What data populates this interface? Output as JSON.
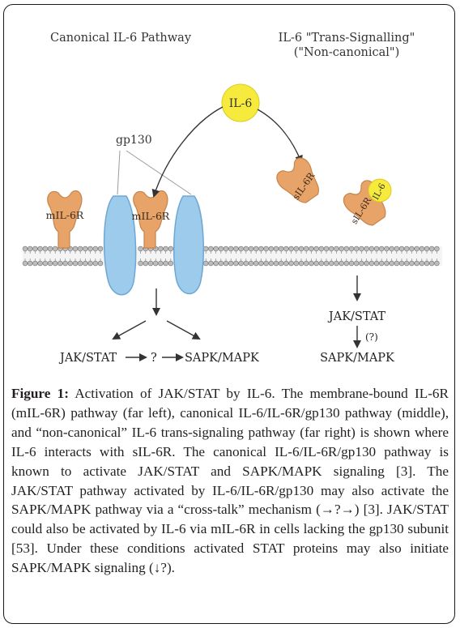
{
  "diagram": {
    "left_title": "Canonical IL-6 Pathway",
    "right_title_line1": "IL-6 \"Trans-Signalling\"",
    "right_title_line2": "(\"Non-canonical\")",
    "il6_label": "IL-6",
    "gp130_label": "gp130",
    "mil6r_left_label": "mIL-6R",
    "mil6r_mid_label": "mIL-6R",
    "sil6r_label": "sIL-6R",
    "sil6r_bound_label": "sIL-6R",
    "il6_bound_label": "IL-6",
    "left_output_jakstat": "JAK/STAT",
    "left_output_q": "?",
    "left_output_sapk": "SAPK/MAPK",
    "right_output_jakstat": "JAK/STAT",
    "right_output_q": "(?)",
    "right_output_sapk": "SAPK/MAPK",
    "colors": {
      "receptor": "#e8a468",
      "receptor_stroke": "#c7844a",
      "gp130": "#9ccbec",
      "gp130_stroke": "#6ea7d3",
      "il6": "#f6eb3c",
      "membrane_bead": "#9a9a9a"
    }
  },
  "caption": {
    "label": "Figure 1:",
    "text": " Activation of JAK/STAT by IL-6. The membrane-bound IL-6R (mIL-6R) pathway (far left), canonical IL-6/IL-6R/gp130 pathway (middle), and “non-canonical” IL-6 trans-signaling pathway (far right) is shown where IL-6 interacts with sIL-6R. The canonical IL-6/IL-6R/gp130 pathway is known to activate JAK/STAT and SAPK/MAPK signaling [3]. The JAK/STAT pathway activated by IL-6/IL-6R/gp130 may also activate the SAPK/MAPK pathway via a “cross-talk” mechanism (→?→) [3]. JAK/STAT could also be activated by IL-6 via mIL-6R in cells lacking the gp130 subunit [53]. Under these conditions activated STAT proteins may also initiate SAPK/MAPK signaling (↓?)."
  }
}
